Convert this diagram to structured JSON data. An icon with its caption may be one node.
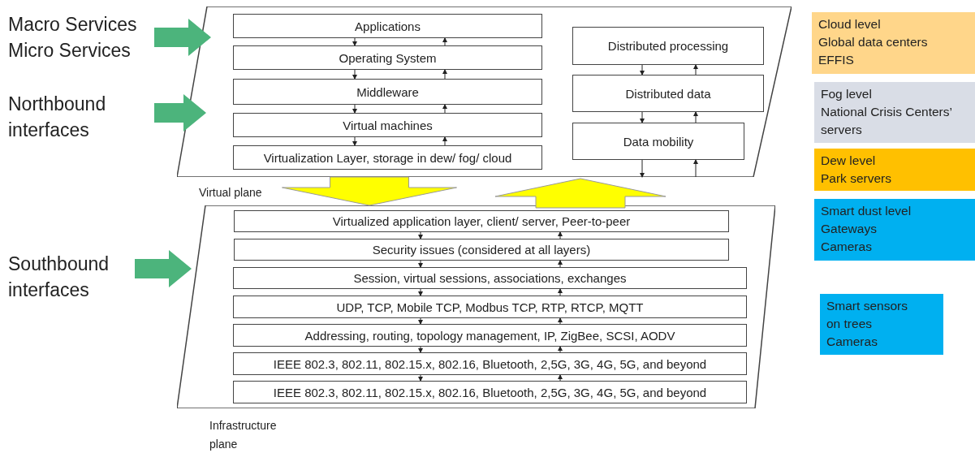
{
  "diagram": {
    "nodes": [
      {
        "text": [],
        "shape": "parallelogram"
      },
      {
        "text": [
          "Applications"
        ],
        "in": 0
      },
      {
        "text": [
          "Operating System"
        ],
        "in": 0
      },
      {
        "text": [
          "Middleware"
        ],
        "in": 0
      },
      {
        "text": [
          "Virtual machines"
        ],
        "in": 0
      },
      {
        "text": [
          "Virtualization Layer, storage in dew/ fog/ cloud"
        ],
        "in": 0
      },
      {
        "text": [
          "Distributed processing"
        ],
        "in": 0
      },
      {
        "text": [
          "Distributed data"
        ],
        "in": 0
      },
      {
        "text": [
          "Data mobility"
        ],
        "in": 0
      },
      {
        "text": [],
        "shape": "parallelogram"
      },
      {
        "text": [
          "Virtualized application layer, client/ server, Peer-to-peer"
        ],
        "in": 9
      },
      {
        "text": [
          "Security issues (considered at all layers)"
        ],
        "in": 9
      },
      {
        "text": [
          "Session, virtual sessions, associations, exchanges"
        ],
        "in": 9
      },
      {
        "text": [
          "UDP, TCP, Mobile TCP, Modbus TCP, RTP, RTCP, MQTT"
        ],
        "in": 9
      },
      {
        "text": [
          "Addressing, routing, topology management, IP, ZigBee, SCSI, AODV"
        ],
        "in": 9
      },
      {
        "text": [
          "IEEE 802.3, 802.11, 802.15.x, 802.16, Bluetooth, 2,5G, 3G, 4G, 5G, and beyond"
        ],
        "in": 9
      },
      {
        "text": [
          "IEEE 802.3, 802.11, 802.15.x, 802.16, Bluetooth, 2,5G, 3G, 4G, 5G, and beyond"
        ],
        "in": 9
      },
      {
        "text": [
          "Macro Services",
          "Micro Services"
        ]
      },
      {
        "text": [
          "Northbound interfaces"
        ]
      },
      {
        "text": [
          "Southbound interfaces"
        ]
      },
      {
        "text": [
          "Cloud level",
          "Global data centers",
          "EFFIS"
        ]
      },
      {
        "text": [
          "Fog level",
          "National Crisis Centers’ servers"
        ]
      },
      {
        "text": [
          "Dew level",
          "Park servers"
        ]
      },
      {
        "text": [
          "Smart dust level",
          "Gateways",
          "Cameras"
        ]
      },
      {
        "text": [
          "Smart sensors",
          "on trees",
          "Cameras"
        ]
      }
    ],
    "edges": [
      {
        "from": 1,
        "to": 2,
        "arrow": "to"
      },
      {
        "from": 2,
        "to": 1,
        "arrow": "to"
      },
      {
        "from": 2,
        "to": 3,
        "arrow": "to"
      },
      {
        "from": 3,
        "to": 2,
        "arrow": "to"
      },
      {
        "from": 3,
        "to": 4,
        "arrow": "to"
      },
      {
        "from": 4,
        "to": 3,
        "arrow": "to"
      },
      {
        "from": 4,
        "to": 5,
        "arrow": "to"
      },
      {
        "from": 5,
        "to": 4,
        "arrow": "to"
      },
      {
        "from": 6,
        "to": 7,
        "arrow": "to"
      },
      {
        "from": 7,
        "to": 6,
        "arrow": "to"
      },
      {
        "from": 7,
        "to": 8,
        "arrow": "to"
      },
      {
        "from": 8,
        "to": 7,
        "arrow": "to"
      },
      {
        "from": 8,
        "to": null,
        "arrow": "to"
      },
      {
        "from": null,
        "to": 8,
        "arrow": "to"
      },
      {
        "from": 10,
        "to": 11,
        "arrow": "to"
      },
      {
        "from": 11,
        "to": 10,
        "arrow": "to"
      },
      {
        "from": 11,
        "to": 12,
        "arrow": "to"
      },
      {
        "from": 12,
        "to": 11,
        "arrow": "to"
      },
      {
        "from": 12,
        "to": 13,
        "arrow": "to"
      },
      {
        "from": 13,
        "to": 12,
        "arrow": "to"
      },
      {
        "from": 13,
        "to": 14,
        "arrow": "to"
      },
      {
        "from": 14,
        "to": 13,
        "arrow": "to"
      },
      {
        "from": 14,
        "to": 15,
        "arrow": "to"
      },
      {
        "from": 15,
        "to": 14,
        "arrow": "to"
      },
      {
        "from": 15,
        "to": 16,
        "arrow": "to"
      },
      {
        "from": 16,
        "to": 15,
        "arrow": "to"
      },
      {
        "from": 0,
        "to": 9,
        "arrow": "to",
        "style": "thick",
        "color": "#ffff00"
      },
      {
        "from": 9,
        "to": 0,
        "arrow": "to",
        "style": "thick",
        "color": "#ffff00"
      },
      {
        "from": 17,
        "to": 0,
        "arrow": "to",
        "style": "thick",
        "color": "#4cb47c"
      },
      {
        "from": 18,
        "to": 0,
        "arrow": "to",
        "style": "thick",
        "color": "#4cb47c"
      },
      {
        "from": 19,
        "to": 9,
        "arrow": "to",
        "style": "thick",
        "color": "#4cb47c"
      }
    ],
    "labels": [
      "Virtual plane",
      "Infrastructure plane"
    ]
  }
}
